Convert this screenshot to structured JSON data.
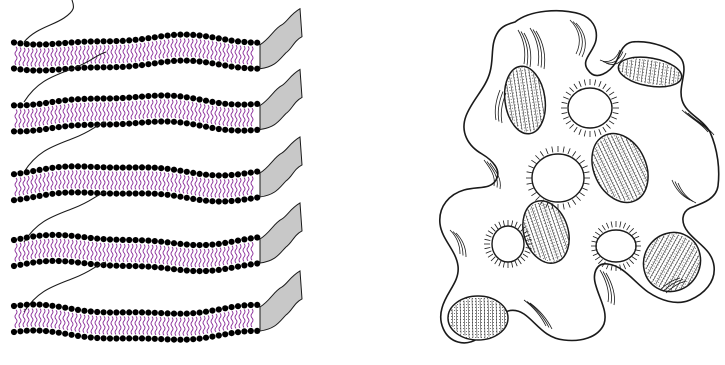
{
  "figure": {
    "panels": [
      {
        "id": "lamellar",
        "kind": "stacked lipid bilayers",
        "bilayer_count": 5
      },
      {
        "id": "sponge",
        "kind": "sponge / bicontinuous membrane phase",
        "channel_count": 6
      }
    ]
  },
  "colors": {
    "lipid_head": "#000000",
    "lipid_tail": "#8a2c9a",
    "membrane_end_fill": "#c8c8c8",
    "outline": "#1a1a1a",
    "channel_hatch": "#333333",
    "background": "#ffffff"
  }
}
